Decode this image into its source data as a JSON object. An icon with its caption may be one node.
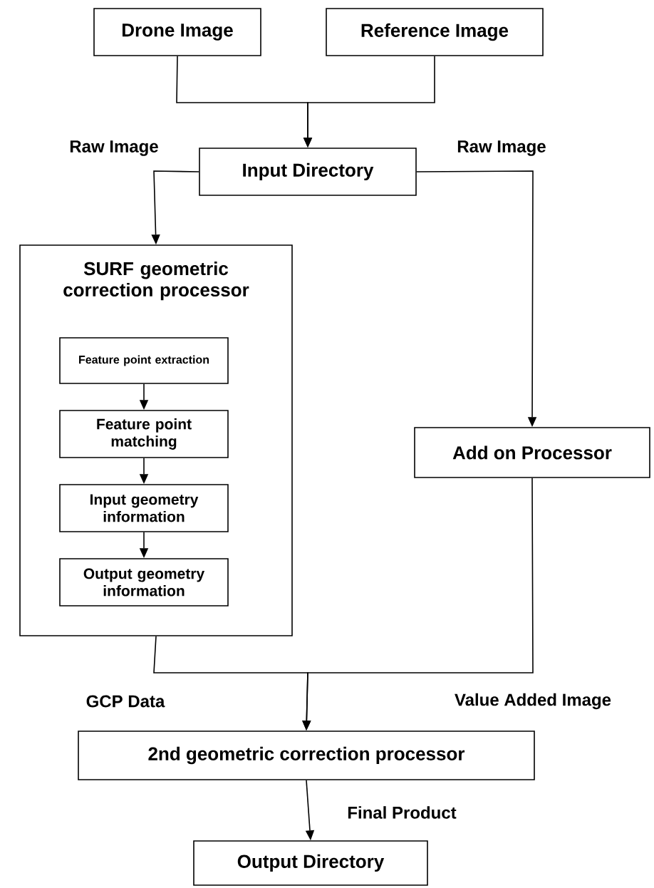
{
  "diagram": {
    "nodes": [
      {
        "text": [
          "Drone Image"
        ]
      },
      {
        "text": [
          "Reference Image"
        ]
      },
      {
        "text": [
          "Input Directory"
        ]
      },
      {
        "text": [
          "SURF geometric correction processor"
        ]
      },
      {
        "text": [
          "Feature point extraction"
        ],
        "in": 3
      },
      {
        "text": [
          "Feature point matching"
        ],
        "in": 3
      },
      {
        "text": [
          "Input geometry information"
        ],
        "in": 3
      },
      {
        "text": [
          "Output geometry information"
        ],
        "in": 3
      },
      {
        "text": [
          "Add on Processor"
        ]
      },
      {
        "text": [
          "2nd geometric correction processor"
        ]
      },
      {
        "text": [
          "Output Directory"
        ]
      }
    ],
    "edges": [
      {
        "from": 0,
        "to": 2,
        "arrow": "to"
      },
      {
        "from": 1,
        "to": 2,
        "arrow": "to"
      },
      {
        "from": 2,
        "to": 3,
        "arrow": "to",
        "label": "Raw Image"
      },
      {
        "from": 2,
        "to": 8,
        "arrow": "to",
        "label": "Raw Image"
      },
      {
        "from": 4,
        "to": 5,
        "arrow": "to"
      },
      {
        "from": 5,
        "to": 6,
        "arrow": "to"
      },
      {
        "from": 6,
        "to": 7,
        "arrow": "to"
      },
      {
        "from": 3,
        "to": 9,
        "arrow": "to",
        "label": "GCP Data"
      },
      {
        "from": 8,
        "to": 9,
        "arrow": "to",
        "label": "Value Added Image"
      },
      {
        "from": 9,
        "to": 10,
        "arrow": "to",
        "label": "Final Product"
      }
    ]
  }
}
